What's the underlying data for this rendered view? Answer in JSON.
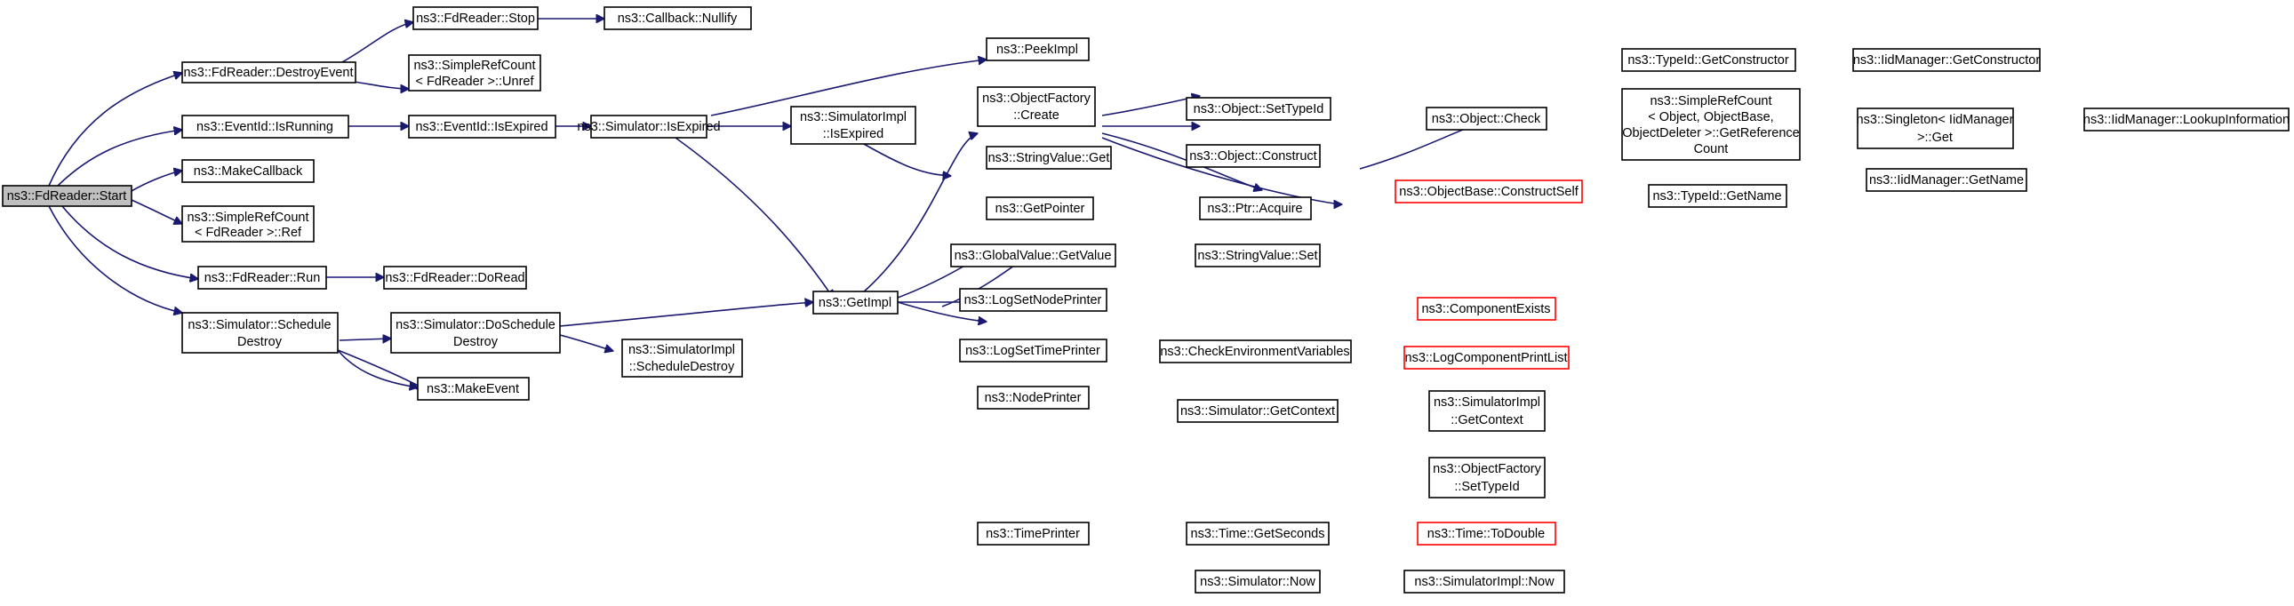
{
  "colors": {
    "edge": "#191970",
    "root_fill": "#bfbfbf",
    "highlight_border": "#ff0000"
  },
  "nodes": {
    "start": [
      "ns3::FdReader::Start"
    ],
    "destroyEvent": [
      "ns3::FdReader::DestroyEvent"
    ],
    "readerStop": [
      "ns3::FdReader::Stop"
    ],
    "callbackNullify": [
      "ns3::Callback::Nullify"
    ],
    "unref": [
      "ns3::SimpleRefCount",
      "< FdReader >::Unref"
    ],
    "eventIsRunning": [
      "ns3::EventId::IsRunning"
    ],
    "eventIsExpired": [
      "ns3::EventId::IsExpired"
    ],
    "simIsExpired": [
      "ns3::Simulator::IsExpired"
    ],
    "implIsExpired": [
      "ns3::SimulatorImpl",
      "::IsExpired"
    ],
    "makeCallback": [
      "ns3::MakeCallback"
    ],
    "ref": [
      "ns3::SimpleRefCount",
      "< FdReader >::Ref"
    ],
    "readerRun": [
      "ns3::FdReader::Run"
    ],
    "doRead": [
      "ns3::FdReader::DoRead"
    ],
    "scheduleDestroy": [
      "ns3::Simulator::Schedule",
      "Destroy"
    ],
    "doScheduleDestroy": [
      "ns3::Simulator::DoSchedule",
      "Destroy"
    ],
    "implScheduleDestroy": [
      "ns3::SimulatorImpl",
      "::ScheduleDestroy"
    ],
    "makeEvent": [
      "ns3::MakeEvent"
    ],
    "getImpl": [
      "ns3::GetImpl"
    ],
    "peekImpl": [
      "ns3::PeekImpl"
    ],
    "objFactoryCreate": [
      "ns3::ObjectFactory",
      "::Create"
    ],
    "stringValueGet": [
      "ns3::StringValue::Get"
    ],
    "getPointer": [
      "ns3::GetPointer"
    ],
    "globalValueGet": [
      "ns3::GlobalValue::GetValue"
    ],
    "logSetNodePrinter": [
      "ns3::LogSetNodePrinter"
    ],
    "logSetTimePrinter": [
      "ns3::LogSetTimePrinter"
    ],
    "nodePrinter": [
      "ns3::NodePrinter"
    ],
    "timePrinter": [
      "ns3::TimePrinter"
    ],
    "objSetTypeId": [
      "ns3::Object::SetTypeId"
    ],
    "objConstruct": [
      "ns3::Object::Construct"
    ],
    "ptrAcquire": [
      "ns3::Ptr::Acquire"
    ],
    "stringValueSet": [
      "ns3::StringValue::Set"
    ],
    "checkEnv": [
      "ns3::CheckEnvironmentVariables"
    ],
    "simGetContext": [
      "ns3::Simulator::GetContext"
    ],
    "timeGetSeconds": [
      "ns3::Time::GetSeconds"
    ],
    "simNow": [
      "ns3::Simulator::Now"
    ],
    "objCheck": [
      "ns3::Object::Check"
    ],
    "getRefCount": [
      "ns3::SimpleRefCount",
      "< Object, ObjectBase,",
      "ObjectDeleter >::GetReference",
      "Count"
    ],
    "constructSelf": [
      "ns3::ObjectBase::ConstructSelf"
    ],
    "componentExists": [
      "ns3::ComponentExists"
    ],
    "logComponentPrintList": [
      "ns3::LogComponentPrintList"
    ],
    "implGetContext": [
      "ns3::SimulatorImpl",
      "::GetContext"
    ],
    "objFactorySetTypeId": [
      "ns3::ObjectFactory",
      "::SetTypeId"
    ],
    "toDouble": [
      "ns3::Time::ToDouble"
    ],
    "implNow": [
      "ns3::SimulatorImpl::Now"
    ],
    "typeIdGetConstructor": [
      "ns3::TypeId::GetConstructor"
    ],
    "singletonGet": [
      "ns3::Singleton< IidManager",
      ">::Get"
    ],
    "typeIdGetName": [
      "ns3::TypeId::GetName"
    ],
    "iidGetConstructor": [
      "ns3::IidManager::GetConstructor"
    ],
    "iidGetName": [
      "ns3::IidManager::GetName"
    ],
    "iidLookup": [
      "ns3::IidManager::LookupInformation"
    ]
  }
}
